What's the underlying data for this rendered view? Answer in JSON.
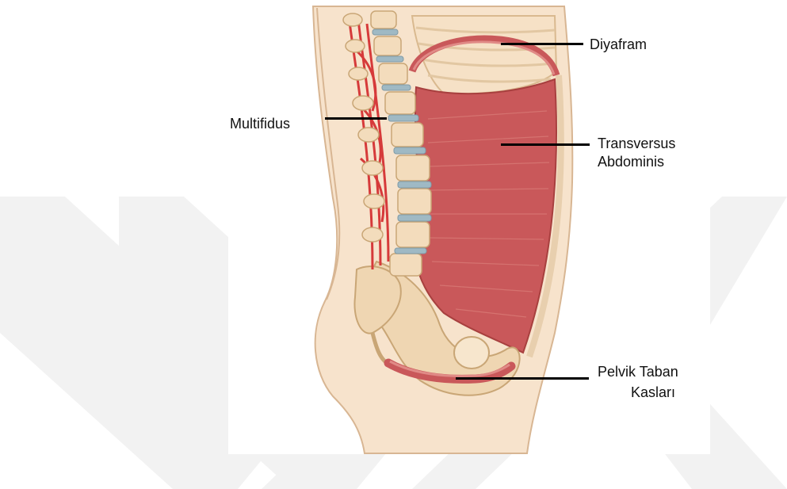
{
  "colors": {
    "muscle": "#c9585a",
    "muscle_light": "#e08a86",
    "bone": "#f3dcbc",
    "bone_shade": "#d9b98f",
    "disc": "#9fb9c4",
    "skin": "#f7e3cc",
    "skin_outline": "#d8b693",
    "nerve": "#d63a3a",
    "watermark": "#f3f3f3"
  },
  "labels": {
    "diaphragm": "Diyafram",
    "multifidus": "Multifidus",
    "transversus_line1": "Transversus",
    "transversus_line2": "Abdominis",
    "pelvic_line1": "Pelvik Taban",
    "pelvic_line2": "Kasları"
  }
}
